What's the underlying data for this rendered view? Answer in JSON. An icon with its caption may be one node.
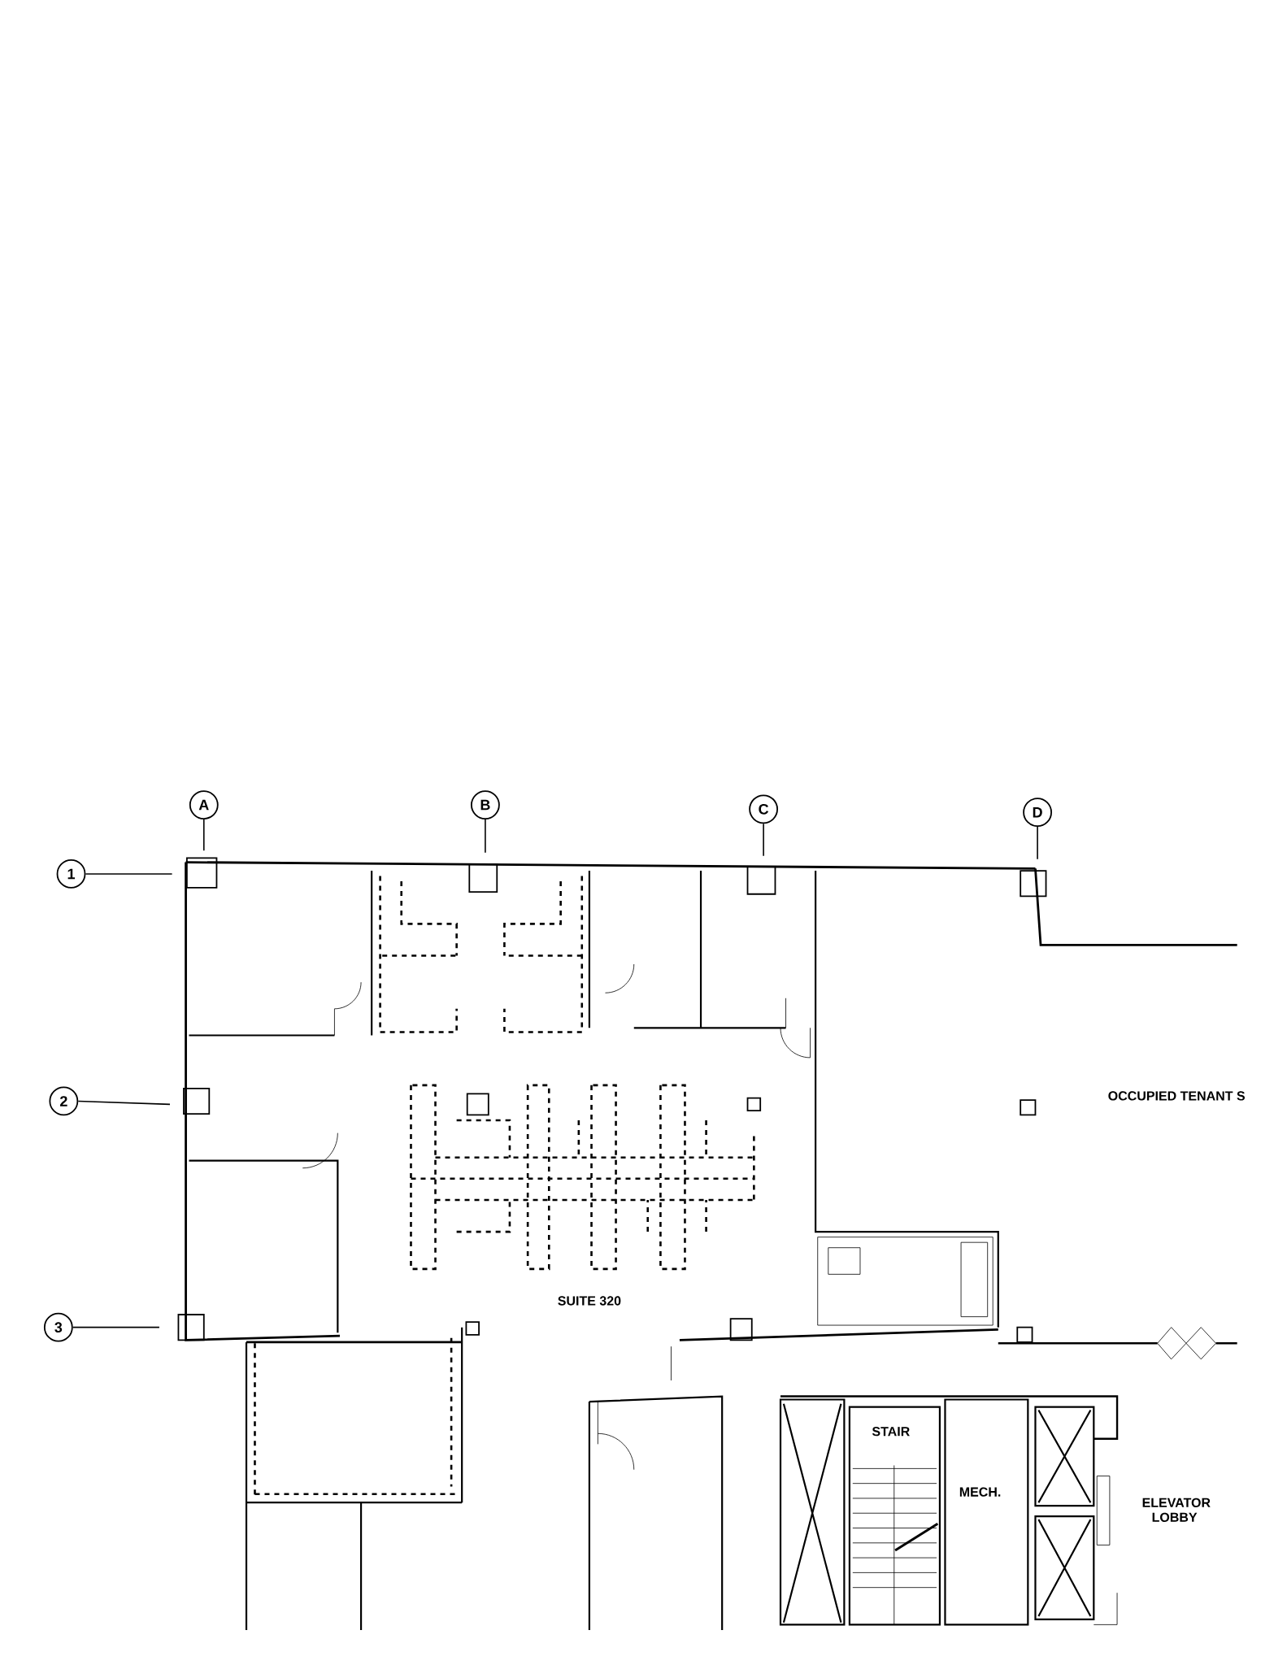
{
  "diagram": {
    "nodes": [
      {
        "text": [
          "A"
        ]
      },
      {
        "text": [
          "B"
        ]
      },
      {
        "text": [
          "C"
        ]
      },
      {
        "text": [
          "D"
        ]
      },
      {
        "text": [
          "1"
        ]
      },
      {
        "text": [
          "2"
        ]
      },
      {
        "text": [
          "3"
        ]
      }
    ],
    "edges": [
      {
        "from": 0,
        "to": null,
        "arrow": "none"
      },
      {
        "from": 1,
        "to": null,
        "arrow": "none"
      },
      {
        "from": 2,
        "to": null,
        "arrow": "none"
      },
      {
        "from": 3,
        "to": null,
        "arrow": "none"
      },
      {
        "from": 4,
        "to": null,
        "arrow": "none"
      },
      {
        "from": 5,
        "to": null,
        "arrow": "none"
      },
      {
        "from": 6,
        "to": null,
        "arrow": "none"
      }
    ],
    "labels": [
      "OCCUPIED TENANT S",
      "SUITE 320",
      "STAIR",
      "MECH.",
      "ELEVATOR LOBBY"
    ]
  }
}
